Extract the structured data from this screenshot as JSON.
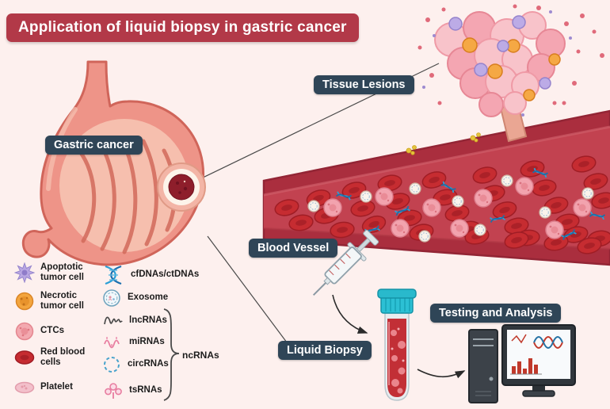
{
  "title": "Application of liquid biopsy in gastric cancer",
  "labels": {
    "gastric_cancer": "Gastric cancer",
    "tissue_lesions": "Tissue Lesions",
    "blood_vessel": "Blood Vessel",
    "liquid_biopsy": "Liquid Biopsy",
    "testing_analysis": "Testing and Analysis"
  },
  "legend": {
    "col1": [
      {
        "icon": "apoptotic-tumor-cell-icon",
        "label": "Apoptotic tumor cell"
      },
      {
        "icon": "necrotic-tumor-cell-icon",
        "label": "Necrotic tumor cell"
      },
      {
        "icon": "ctc-cell-icon",
        "label": "CTCs"
      },
      {
        "icon": "red-blood-cell-icon",
        "label": "Red blood cells"
      },
      {
        "icon": "platelet-icon",
        "label": "Platelet"
      }
    ],
    "col2": [
      {
        "icon": "dna-helix-icon",
        "label": "cfDNAs/ctDNAs"
      },
      {
        "icon": "exosome-icon",
        "label": "Exosome"
      },
      {
        "icon": "lncrna-icon",
        "label": "lncRNAs"
      },
      {
        "icon": "mirna-icon",
        "label": "miRNAs"
      },
      {
        "icon": "circrna-icon",
        "label": "circRNAs"
      },
      {
        "icon": "tsrna-icon",
        "label": "tsRNAs"
      }
    ],
    "group_label": "ncRNAs"
  },
  "colors": {
    "background": "#fdf0ee",
    "banner": "#b23948",
    "badge": "#2f4557",
    "vessel_wall": "#aa2e3e",
    "vessel_lumen": "#c24250",
    "blood_red": "#c1272d",
    "tube_cap_teal": "#29b9cc",
    "stomach_pink": "#ee9488"
  }
}
